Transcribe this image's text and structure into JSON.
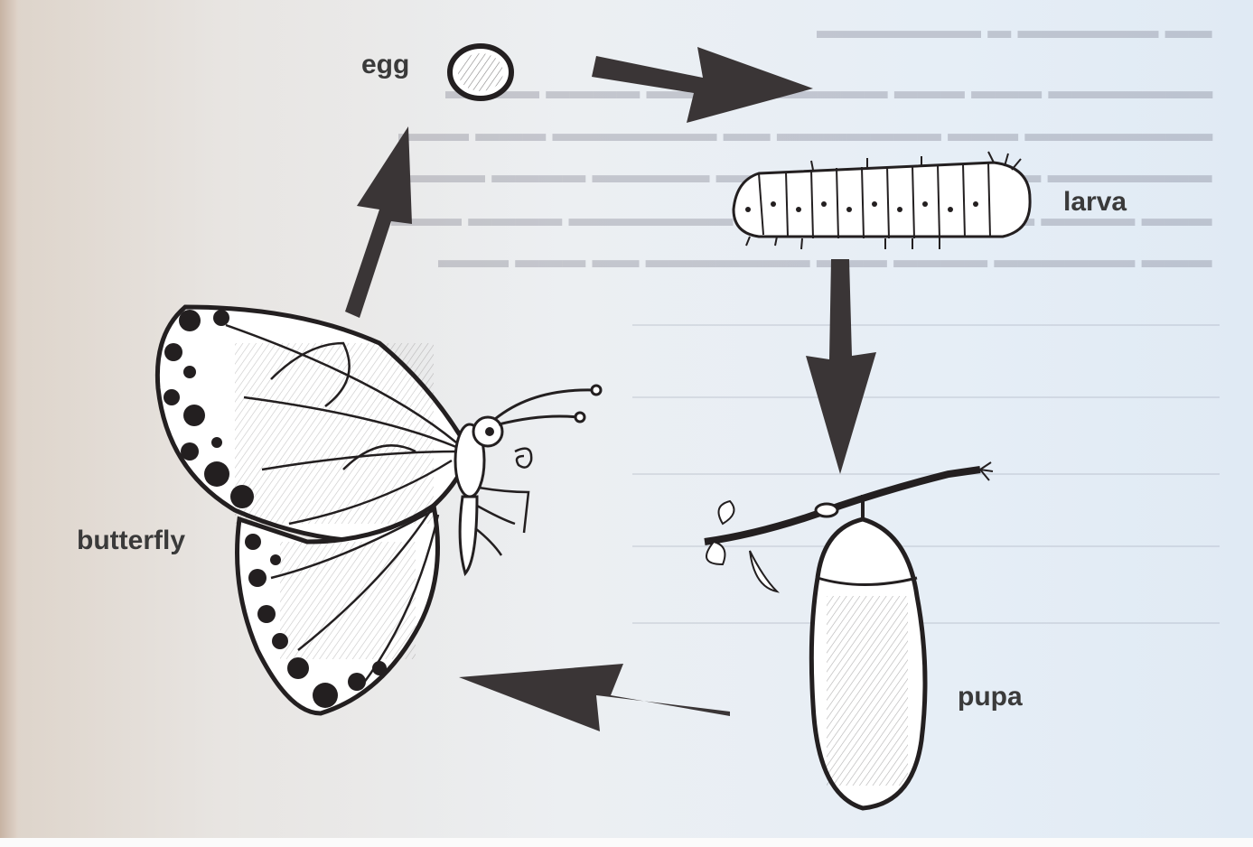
{
  "labels": {
    "egg": "egg",
    "larva": "larva",
    "pupa": "pupa",
    "butterfly": "butterfly"
  },
  "colors": {
    "ink": "#231f20",
    "arrow": "#3a3536",
    "paper": "#ffffff"
  }
}
